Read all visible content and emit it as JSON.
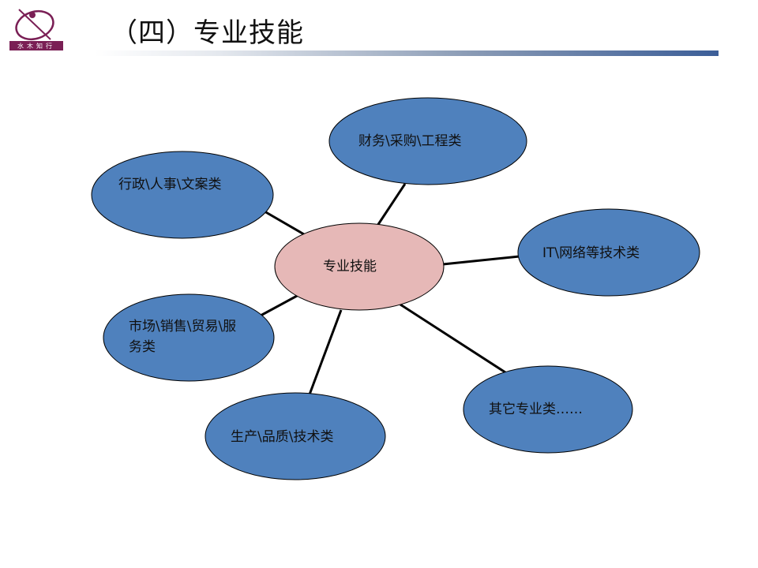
{
  "header": {
    "title": "（四）专业技能",
    "logo_text": "水木知行"
  },
  "diagram": {
    "center": {
      "label": "专业技能",
      "fill": "#e6b8b7"
    },
    "satellite_fill": "#4f81bd",
    "nodes": [
      {
        "id": "finance",
        "label": "财务\\采购\\工程类"
      },
      {
        "id": "admin",
        "label": "行政\\人事\\文案类"
      },
      {
        "id": "it",
        "label": "IT\\网络等技术类"
      },
      {
        "id": "market",
        "label": "市场\\销售\\贸易\\服务类"
      },
      {
        "id": "other",
        "label": "其它专业类……"
      },
      {
        "id": "production",
        "label": "生产\\品质\\技术类"
      }
    ]
  }
}
